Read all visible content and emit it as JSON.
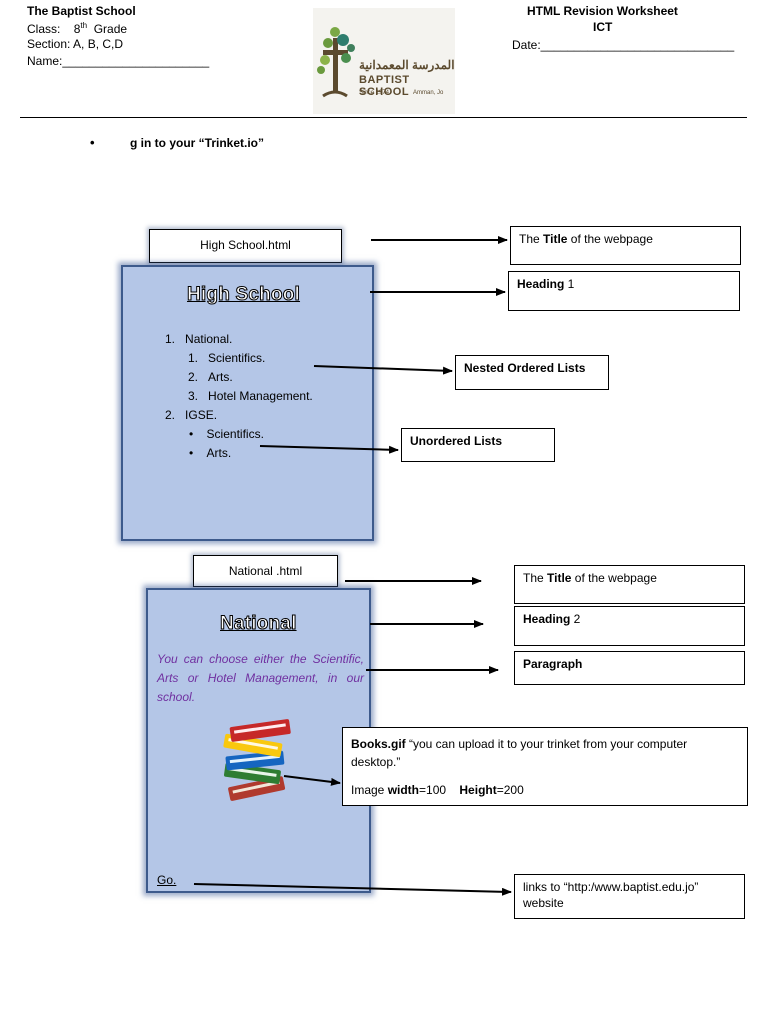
{
  "header": {
    "school": "The Baptist School",
    "class_label": "Class:",
    "class_num": "8",
    "class_sup": "th",
    "class_grade": "Grade",
    "section": "Section:   A, B, C,D",
    "name": "Name:______________________",
    "title": "HTML Revision Worksheet",
    "subject": "ICT",
    "date": "Date:_____________________________"
  },
  "logo": {
    "arabic": "المدرسة المعمدانية",
    "english": "BAPTIST SCHOOL",
    "since": "Since 1974",
    "city": "Amman, Jo"
  },
  "instruction": {
    "bullet": "•",
    "text": "g in to your “Trinket.io”"
  },
  "page1": {
    "filename": "High School.html",
    "heading": "High School",
    "items": [
      {
        "marker": "1.",
        "text": "National."
      },
      {
        "marker": "1.",
        "text": "Scientifics."
      },
      {
        "marker": "2.",
        "text": "Arts."
      },
      {
        "marker": "3.",
        "text": "Hotel Management."
      },
      {
        "marker": "2.",
        "text": "IGSE."
      },
      {
        "marker": "•",
        "text": "Scientifics."
      },
      {
        "marker": "•",
        "text": "Arts."
      }
    ]
  },
  "page2": {
    "filename": "National .html",
    "heading": "National",
    "paragraph": "You can choose either the Scientific, Arts or Hotel Management, in our school.",
    "link": "Go."
  },
  "labels": {
    "title1_pre": "The ",
    "title1_b": "Title",
    "title1_post": " of the webpage",
    "heading1_b": "Heading",
    "heading1_post": " 1",
    "nested": "Nested Ordered Lists",
    "unordered": "Unordered Lists",
    "title2_pre": "The ",
    "title2_b": "Title",
    "title2_post": " of the webpage",
    "heading2_b": "Heading",
    "heading2_post": " 2",
    "paragraph": "Paragraph",
    "books_b": "Books.gif",
    "books_text": " “you can upload it to your trinket from your computer desktop.”",
    "img_pre": "Image ",
    "img_w_b": "width",
    "img_w": "=100    ",
    "img_h_b": "Height",
    "img_h": "=200",
    "links_text": "links to “http:/www.baptist.edu.jo” website"
  }
}
